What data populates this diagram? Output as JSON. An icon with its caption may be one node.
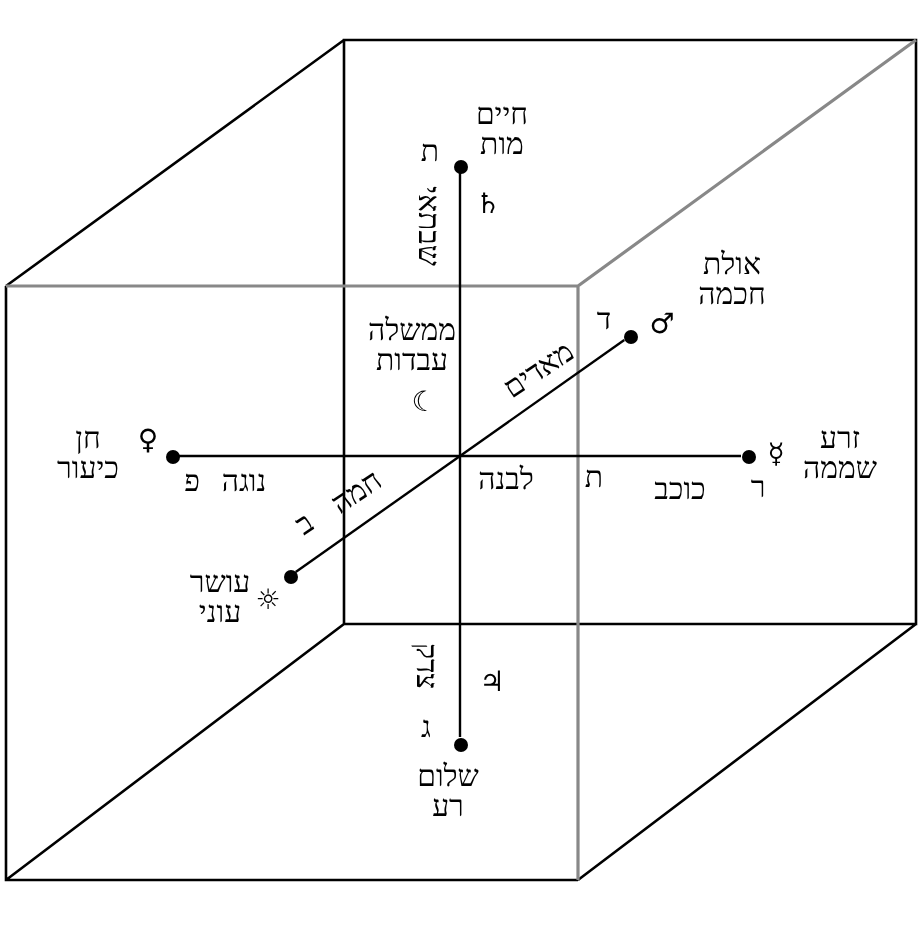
{
  "diagram": {
    "nodes": [
      {
        "text": [],
        "shape": "circle",
        "beside": [
          "ת",
          "שבתאי",
          "♄",
          "חיים מות"
        ]
      },
      {
        "text": [],
        "shape": "circle",
        "beside": [
          "ד",
          "מאדים",
          "♂",
          "אולת חכמה"
        ]
      },
      {
        "text": [],
        "shape": "circle",
        "beside": [
          "♀",
          "חן כיעור",
          "נוגה",
          "פ"
        ]
      },
      {
        "text": [],
        "shape": "circle",
        "beside": [
          "☿",
          "זרע שממה",
          "ר",
          "כוכב"
        ]
      },
      {
        "text": [],
        "shape": "circle",
        "beside": [
          "ב",
          "חמה",
          "☼",
          "עושר עוני"
        ]
      },
      {
        "text": [],
        "shape": "circle",
        "beside": [
          "ג",
          "צדק",
          "♃",
          "שלום רע"
        ]
      }
    ],
    "edges": [
      {
        "from": 0,
        "to": 5,
        "arrow": "none"
      },
      {
        "from": 2,
        "to": 3,
        "arrow": "none"
      },
      {
        "from": 4,
        "to": 1,
        "arrow": "none"
      }
    ],
    "labels": [
      "ממשלה עבדות",
      "☾",
      "לבנה",
      "ת"
    ]
  }
}
